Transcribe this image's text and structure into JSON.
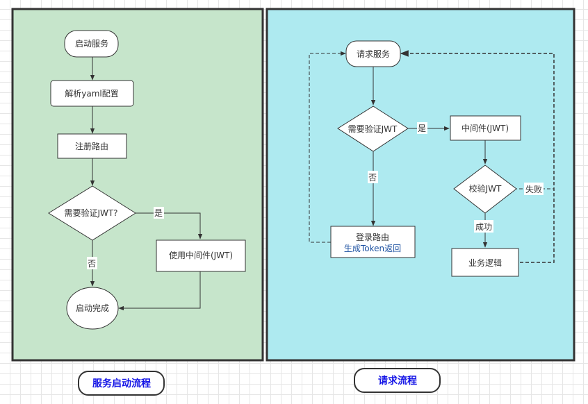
{
  "colors": {
    "left_panel_fill": "#c6e5cb",
    "right_panel_fill": "#aeeaf0",
    "panel_border": "#333333",
    "node_fill": "#ffffff",
    "node_stroke": "#333333",
    "line": "#333333",
    "highlight_text": "#1a4fa0",
    "caption_text": "#1414e6"
  },
  "startup_flow": {
    "caption": "服务启动流程",
    "nodes": {
      "start": "启动服务",
      "parse_config": "解析yaml配置",
      "register_routes": "注册路由",
      "need_jwt": "需要验证JWT?",
      "use_middleware": "使用中间件(JWT)",
      "done": "启动完成"
    },
    "edge_labels": {
      "yes": "是",
      "no": "否"
    }
  },
  "request_flow": {
    "caption": "请求流程",
    "nodes": {
      "request": "请求服务",
      "need_jwt": "需要验证JWT",
      "middleware": "中间件(JWT)",
      "verify_jwt": "校验JWT",
      "login_route_line1": "登录路由",
      "login_route_line2": "生成Token返回",
      "business_logic": "业务逻辑"
    },
    "edge_labels": {
      "yes": "是",
      "no": "否",
      "fail": "失败",
      "success": "成功"
    }
  }
}
